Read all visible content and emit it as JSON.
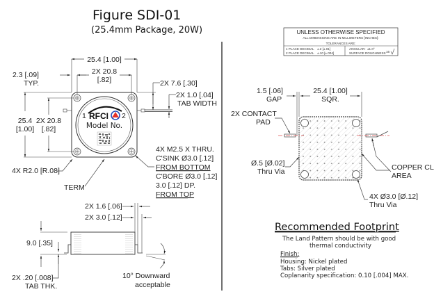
{
  "figure": {
    "title": "Figure SDI-01",
    "subtitle": "(25.4mm Package, 20W)"
  },
  "title_block": {
    "heading": "UNLESS OTHERWISE SPECIFIED",
    "subheading": "ALL DIMENSIONS ARE IN MILLIMETERS [INCHES]:",
    "tolerances_label": "TOLERANCES ARE:",
    "rows": [
      {
        "label": "1 PLACE DECIMAL",
        "value": "±.2  [±.01]"
      },
      {
        "label": "2 PLACE DECIMAL",
        "value": "±.10 [±.004]"
      }
    ],
    "angular_label": "ANGULAR:",
    "angular_value": "±1.0°",
    "roughness_label": "SURFACE ROUGHNESS",
    "roughness_value": "16"
  },
  "top_view": {
    "brand": "RFCI",
    "port_1": "1",
    "port_2": "2",
    "model_label": "Model No.",
    "dims": {
      "overall_width": "25.4 [1.00]",
      "hole_spacing_x_1": "2X 20.8",
      "hole_spacing_x_2": "[.82]",
      "tab_offset_1": "2.3 [.09]",
      "tab_offset_2": "TYP.",
      "tab_position": "2X 7.6 [.30]",
      "tab_width_1": "2X 1.0 [.04]",
      "tab_width_2": "TAB WIDTH",
      "overall_height_1": "25.4",
      "overall_height_2": "[1.00]",
      "hole_spacing_y_1": "2X 20.8",
      "hole_spacing_y_2": "[.82]",
      "corner_radius": "4X R2.0 [R.08]",
      "term_label": "TERM"
    },
    "hole_note": [
      "4X M2.5 X THRU.",
      "C'SINK Ø3.0 [.12]",
      "FROM BOTTOM",
      "C'BORE Ø3.0 [.12]",
      "3.0 [.12] DP.",
      "FROM TOP"
    ]
  },
  "side_view": {
    "dims": {
      "tab_gap": "2X 1.6 [.06]",
      "tab_length": "2X 3.0 [.12]",
      "height": "9.0 [.35]",
      "tab_thk_1": "2X .20 [.008]",
      "tab_thk_2": "TAB THK.",
      "angle_1": "10° Downward",
      "angle_2": "acceptable"
    }
  },
  "footprint": {
    "dims": {
      "gap_1": "1.5 [.06]",
      "gap_2": "GAP",
      "square_1": "25.4 [1.00]",
      "square_2": "SQR.",
      "contact_pad_1": "2X CONTACT",
      "contact_pad_2": "PAD",
      "small_via_1": "Ø.5 [Ø.02]",
      "small_via_2": "Thru Via",
      "copper_1": "COPPER CLAD",
      "copper_2": "AREA",
      "large_via_1": "4X Ø3.0 [Ø.12]",
      "large_via_2": "Thru Via"
    },
    "title": "Recommended Footprint",
    "note_1": "The Land Pattern should be with good",
    "note_2": "thermal conductivity",
    "finish_label": "Finish:",
    "finish_items": [
      "Housing: Nickel plated",
      "Tabs: Silver plated",
      "Coplanarity specification: 0.10 [.004] MAX."
    ]
  },
  "colors": {
    "logo_red": "#e8322a",
    "logo_blue": "#2a4fbf",
    "centerline_red": "#e05050",
    "line": "#333333"
  }
}
